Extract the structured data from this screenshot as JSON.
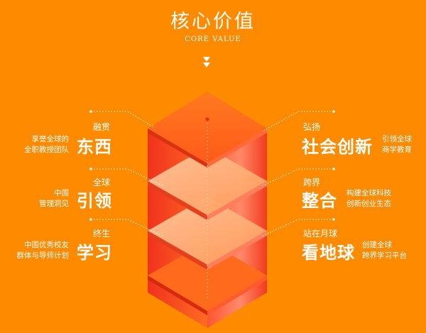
{
  "header": {
    "title": "核心价值",
    "subtitle": "CORE VALUE",
    "indicator_icon": "double-chevron-down-icon"
  },
  "left_items": [
    {
      "small": "融贯",
      "big": "东西",
      "desc": [
        "享誉全球的",
        "全职教授团队"
      ]
    },
    {
      "small": "全球",
      "big": "引领",
      "desc": [
        "中国",
        "管理洞见"
      ]
    },
    {
      "small": "终生",
      "big": "学习",
      "desc": [
        "中国优秀校友",
        "群体与导师计划"
      ]
    }
  ],
  "right_items": [
    {
      "small": "弘扬",
      "big": "社会创新",
      "desc": [
        "引领全球",
        "商学教育"
      ]
    },
    {
      "small": "跨界",
      "big": "整合",
      "desc": [
        "构建全球科技",
        "创新创业生态"
      ]
    },
    {
      "small": "站在月球",
      "big": "看地球",
      "desc": [
        "创建全球",
        "跨界学习平台"
      ]
    }
  ],
  "colors": {
    "background": "#fe8a00",
    "text": "#ffffff",
    "accent": "#e8281c"
  }
}
